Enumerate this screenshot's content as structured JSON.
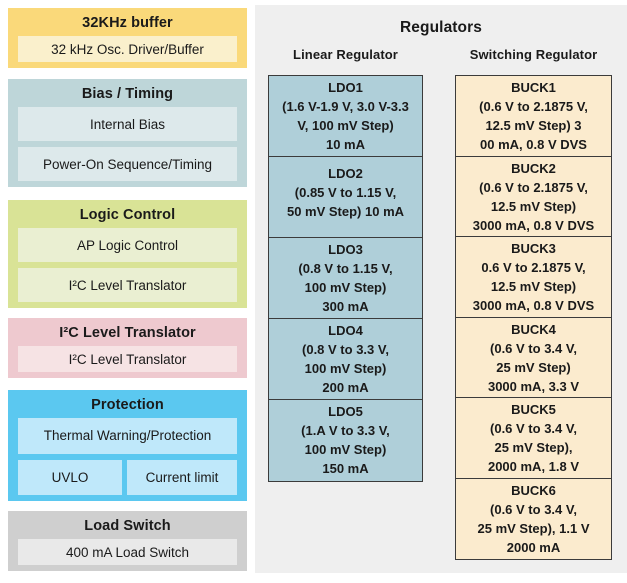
{
  "diagram": {
    "left_blocks": [
      {
        "title": "32KHz buffer",
        "items": [
          "32 kHz Osc. Driver/Buffer"
        ],
        "bg": "#FAD97A",
        "item_bg": "#FAF0CC"
      },
      {
        "title": "Bias / Timing",
        "items": [
          "Internal Bias",
          "Power-On Sequence/Timing"
        ],
        "bg": "#BED6D9",
        "item_bg": "#DDE9EB"
      },
      {
        "title": "Logic Control",
        "items": [
          "AP Logic Control",
          "I²C Level Translator"
        ],
        "bg": "#D9E396",
        "item_bg": "#EAEFD2"
      },
      {
        "title": "I²C Level Translator",
        "items": [
          "I²C Level Translator"
        ],
        "bg": "#EEC9CF",
        "item_bg": "#F6E3E4"
      },
      {
        "title": "Protection",
        "items": [
          "Thermal Warning/Protection"
        ],
        "items_row": [
          "UVLO",
          "Current limit"
        ],
        "bg": "#5BC8F0",
        "item_bg": "#BFE8FA"
      },
      {
        "title": "Load Switch",
        "items": [
          "400 mA Load Switch"
        ],
        "bg": "#CFCFCF",
        "item_bg": "#E9E9E9"
      }
    ],
    "regulators": {
      "title": "Regulators",
      "panel_bg": "#EFEFEF",
      "columns": [
        {
          "subtitle": "Linear Regulator",
          "box_bg": "#AFCFD9",
          "boxes": [
            {
              "name": "LDO1",
              "spec": "(1.6 V-1.9 V, 3.0 V-3.3\nV, 100 mV Step)\n10 mA"
            },
            {
              "name": "LDO2",
              "spec": "(0.85 V to 1.15 V,\n50 mV Step) 10 mA"
            },
            {
              "name": "LDO3",
              "spec": "(0.8 V to 1.15 V,\n100 mV Step)\n300 mA"
            },
            {
              "name": "LDO4",
              "spec": "(0.8 V to 3.3 V,\n100 mV Step)\n200 mA"
            },
            {
              "name": "LDO5",
              "spec": "(1.A V to 3.3 V,\n100 mV Step)\n150 mA"
            }
          ]
        },
        {
          "subtitle": "Switching Regulator",
          "box_bg": "#FBEBCE",
          "boxes": [
            {
              "name": "BUCK1",
              "spec": "(0.6 V to 2.1875 V,\n12.5 mV Step) 3\n00 mA, 0.8 V DVS"
            },
            {
              "name": "BUCK2",
              "spec": "(0.6 V to 2.1875 V,\n12.5 mV Step)\n3000 mA, 0.8 V DVS"
            },
            {
              "name": "BUCK3",
              "spec": "0.6 V to 2.1875 V,\n12.5 mV Step)\n3000 mA, 0.8 V DVS"
            },
            {
              "name": "BUCK4",
              "spec": "(0.6 V to 3.4 V,\n25 mV Step)\n3000 mA, 3.3 V"
            },
            {
              "name": "BUCK5",
              "spec": "(0.6 V to 3.4 V,\n25 mV Step),\n2000 mA, 1.8 V"
            },
            {
              "name": "BUCK6",
              "spec": "(0.6 V to 3.4 V,\n25 mV Step), 1.1 V\n2000 mA"
            }
          ]
        }
      ]
    }
  }
}
